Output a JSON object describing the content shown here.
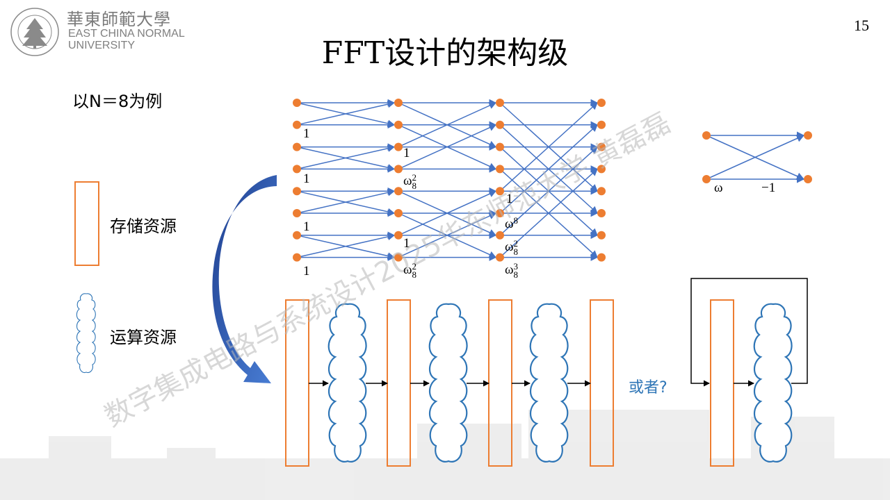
{
  "logo": {
    "university_cn": "華東師範大學",
    "university_en_line1": "EAST CHINA NORMAL",
    "university_en_line2": "UNIVERSITY"
  },
  "page_number": "15",
  "title": "FFT设计的架构级",
  "example_label": "以N＝8为例",
  "legend": {
    "storage_label": "存储资源",
    "compute_label": "运算资源"
  },
  "alternative_label": "或者?",
  "butterfly_weights": {
    "stage1": [
      "1",
      "1",
      "1",
      "1"
    ],
    "stage2": [
      "1",
      "ω",
      "1",
      "ω"
    ],
    "stage3": [
      "1",
      "ω",
      "ω",
      "ω"
    ]
  },
  "butterfly_exponents": {
    "stage2": [
      "",
      "2",
      "",
      "2"
    ],
    "stage3": [
      "",
      "",
      "2",
      "3"
    ],
    "subscript": "8"
  },
  "single_butterfly": {
    "twiddle": "ω",
    "negative": "−1"
  },
  "watermark": "数字集成电路与系统设计2025华东师范大学 黄磊磊",
  "colors": {
    "node": "#ed7d31",
    "edge": "#4472c4",
    "cloud": "#2e75b6",
    "storage_box": "#ed7d31"
  }
}
